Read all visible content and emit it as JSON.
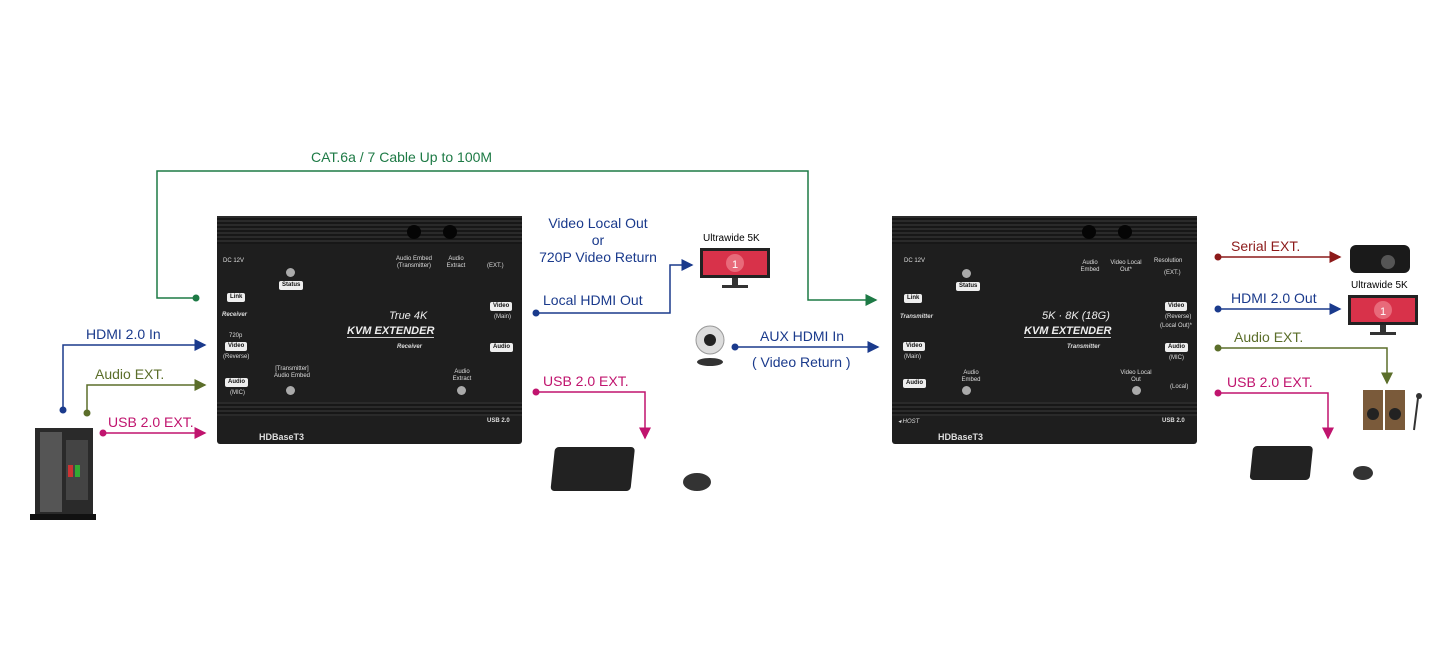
{
  "links": {
    "cat": "CAT.6a / 7 Cable Up to 100M",
    "hdmi_in": "HDMI 2.0 In",
    "audio_in": "Audio EXT.",
    "usb_in": "USB 2.0 EXT.",
    "video_local_out": [
      "Video Local Out",
      "or",
      "720P Video Return"
    ],
    "local_hdmi_out": "Local HDMI Out",
    "usb_rx": "USB 2.0 EXT.",
    "aux_hdmi": "AUX HDMI In",
    "video_return": "( Video Return )",
    "serial": "Serial EXT.",
    "hdmi_out": "HDMI 2.0 Out",
    "audio_out": "Audio EXT.",
    "usb_out": "USB 2.0 EXT."
  },
  "monitors": {
    "left": "Ultrawide 5K",
    "right": "Ultrawide 5K",
    "number": "1"
  },
  "receiver": {
    "title": "True 4K",
    "kvm": "KVM EXTENDER",
    "role": "Receiver",
    "link": "Link",
    "role2": "Receiver",
    "dc": "DC 12V",
    "status": "Status",
    "audio_embed_tx": "Audio Embed (Transmitter)",
    "audio_extract": "Audio Extract",
    "ext": "(EXT.)",
    "video_main": "Video",
    "main": "(Main)",
    "audio": "Audio",
    "p720": "720p",
    "video_rev": "Video",
    "reverse": "(Reverse)",
    "audio_mic": "Audio",
    "mic": "(MIC)",
    "tx_embed": "[Transmitter] Audio Embed",
    "extract_led": "Audio Extract",
    "usb2": "USB 2.0",
    "hdbaset": "HDBaseT3"
  },
  "transmitter": {
    "title": "5K · 8K (18G)",
    "kvm": "KVM EXTENDER",
    "role": "Transmitter",
    "link": "Link",
    "role2": "Transmitter",
    "dc": "DC 12V",
    "status": "Status",
    "audio_embed": "Audio Embed",
    "video_local": "Video Local Out*",
    "resolution": "Resolution",
    "ext": "(EXT.)",
    "video_rev": "Video",
    "reverse": "(Reverse)",
    "local_out": "(Local Out)*",
    "audio_mic": "Audio",
    "mic": "(MIC)",
    "video_main": "Video",
    "main": "(Main)",
    "audio": "Audio",
    "embed_led": "Audio Embed",
    "local_led": "Video Local Out",
    "local": "(Local)",
    "host": "◂ HOST",
    "usb2": "USB 2.0",
    "hdbaset": "HDBaseT3"
  },
  "colors": {
    "blue": "#1a3a8c",
    "green": "#1d7a45",
    "olive": "#5b6e2a",
    "magenta": "#c0146e",
    "red": "#8c1a1a"
  }
}
